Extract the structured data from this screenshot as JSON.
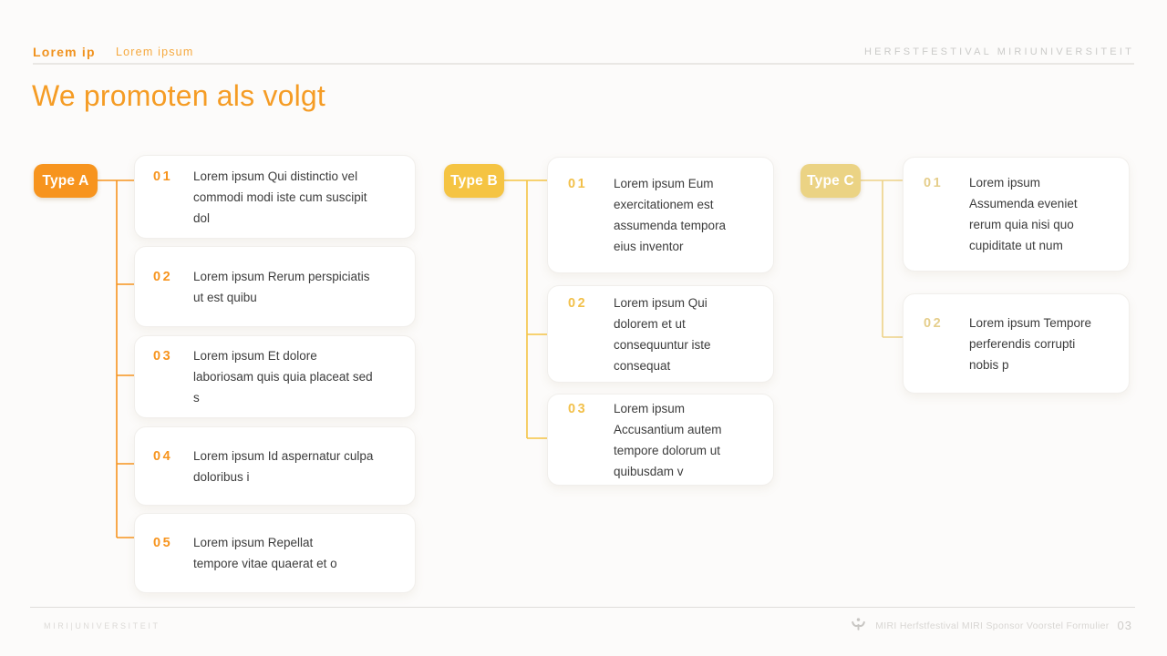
{
  "header": {
    "brand": "Lorem ip",
    "nav_item": "Lorem ipsum",
    "event_text": "HERFSTFESTIVAL MIRIUNIVERSITEIT"
  },
  "title": "We promoten als volgt",
  "colors": {
    "accent_orange": "#F7941E",
    "accent_yellow": "#F5C443",
    "accent_gold": "#EBD384",
    "card_text": "#3C3C3C"
  },
  "columns": [
    {
      "type_label": "Type A",
      "items": [
        {
          "num": "01",
          "text": "Lorem ipsum Qui distinctio vel\ncommodi modi iste cum suscipit\ndol"
        },
        {
          "num": "02",
          "text": "Lorem ipsum Rerum perspiciatis\nut est quibu"
        },
        {
          "num": "03",
          "text": "Lorem ipsum Et dolore\nlaboriosam quis quia placeat sed\ns"
        },
        {
          "num": "04",
          "text": "Lorem ipsum Id aspernatur culpa\ndoloribus i"
        },
        {
          "num": "05",
          "text": "Lorem ipsum Repellat\ntempore vitae quaerat et o"
        }
      ]
    },
    {
      "type_label": "Type B",
      "items": [
        {
          "num": "01",
          "text": "Lorem ipsum Eum\nexercitationem est\nassumenda tempora\neius inventor"
        },
        {
          "num": "02",
          "text": "Lorem ipsum Qui\ndolorem et ut\nconsequuntur iste\nconsequat"
        },
        {
          "num": "03",
          "text": "Lorem ipsum\nAccusantium autem\ntempore dolorum ut\nquibusdam v"
        }
      ]
    },
    {
      "type_label": "Type C",
      "items": [
        {
          "num": "01",
          "text": "Lorem ipsum\nAssumenda eveniet\nrerum quia nisi quo\ncupiditate ut num"
        },
        {
          "num": "02",
          "text": "Lorem ipsum Tempore\nperferendis corrupti\nnobis p"
        }
      ]
    }
  ],
  "footer": {
    "left_text": "MIRI|UNIVERSITEIT",
    "doc_title": "MIRI Herfstfestival MIRI Sponsor Voorstel Formulier",
    "page_number": "03"
  }
}
